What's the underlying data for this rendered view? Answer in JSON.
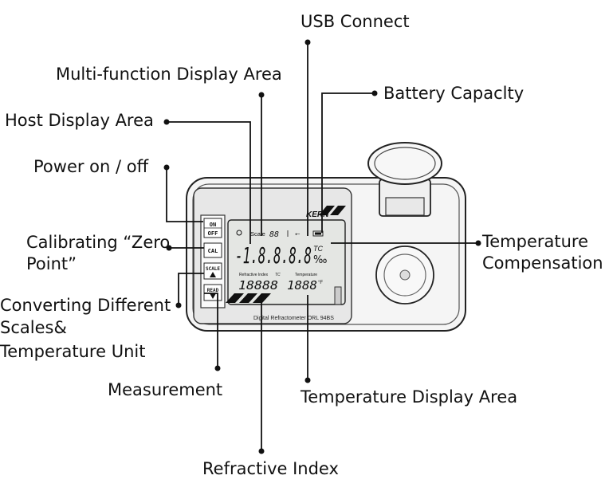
{
  "callouts": {
    "usb": "USB Connect",
    "multi_function": "Multi-function Display Area",
    "battery": "Battery Capaclty",
    "host_display": "Host Display Area",
    "power": "Power on / off",
    "calibrating_line1": "Calibrating “Zero",
    "calibrating_line2": "Point”",
    "temp_comp_line1": "Temperature",
    "temp_comp_line2": "Compensation",
    "converting_line1": "Converting Different",
    "converting_line2": "Scales&",
    "converting_line3": "Temperature Unit",
    "measurement": "Measurement",
    "temp_display": "Temperature Display Area",
    "refractive_index": "Refractive Index"
  },
  "device": {
    "brand": "KERN",
    "model": "Digital Refractometer ORL 94BS",
    "buttons": {
      "on": "ON",
      "off": "OFF",
      "cal": "CAL",
      "scale": "SCALE",
      "read": "READ"
    },
    "lcd": {
      "scale_label": "Scale",
      "scale_digits": "88",
      "main_digits": "-1.8.8.8.8",
      "tc": "TC",
      "permille": "‰",
      "refractive_label": "Refractive Index",
      "tc_small": "TC",
      "temperature_label": "Temperature",
      "ri_digits": "18888",
      "temp_digits": "1888",
      "temp_unit": "°F"
    }
  },
  "colors": {
    "ink": "#111111",
    "lcd": "#e4e6e3",
    "body": "#f4f4f4"
  }
}
